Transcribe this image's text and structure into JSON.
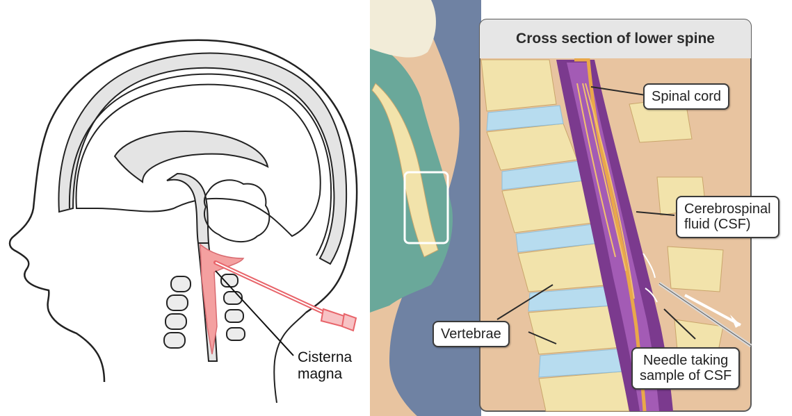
{
  "left_figure": {
    "label_line1": "Cisterna",
    "label_line2": "magna",
    "needle_color": "#e8646a",
    "csf_space_color": "#f4a0a0"
  },
  "right_figure": {
    "panel_title": "Cross section of lower spine",
    "callouts": {
      "spinal_cord": "Spinal cord",
      "csf_line1": "Cerebrospinal",
      "csf_line2": "fluid (CSF)",
      "vertebrae": "Vertebrae",
      "needle_line1": "Needle taking",
      "needle_line2": "sample of CSF"
    },
    "colors": {
      "bone": "#f2e3ab",
      "disc": "#b7dcef",
      "dura": "#7b3a8e",
      "nerve": "#e9a84a",
      "skin": "#e8c4a0",
      "gown": "#6aa89a",
      "background_blue": "#6f82a3"
    }
  }
}
